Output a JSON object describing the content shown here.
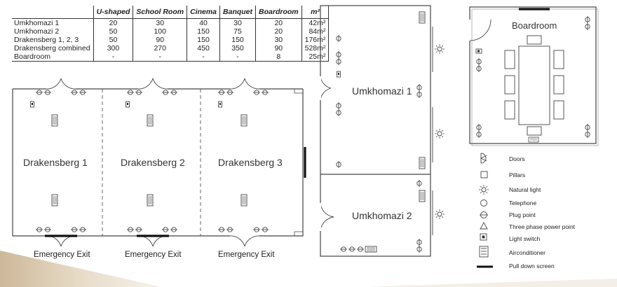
{
  "capacity_table": {
    "headers": [
      "",
      "U-shaped",
      "School Room",
      "Cinema",
      "Banquet",
      "Boardroom",
      "m²"
    ],
    "rows": [
      [
        "Umkhomazi 1",
        "20",
        "30",
        "40",
        "30",
        "20",
        "42m²"
      ],
      [
        "Umkhomazi 2",
        "50",
        "100",
        "150",
        "75",
        "20",
        "84m²"
      ],
      [
        "Drakensberg 1, 2, 3",
        "50",
        "90",
        "150",
        "150",
        "30",
        "176m²"
      ],
      [
        "Drakensberg combined",
        "300",
        "270",
        "450",
        "350",
        "90",
        "528m²"
      ],
      [
        "Boardroom",
        "-",
        "-",
        "-",
        "-",
        "8",
        "25m²"
      ]
    ]
  },
  "rooms": {
    "drakensberg_1": "Drakensberg 1",
    "drakensberg_2": "Drakensberg 2",
    "drakensberg_3": "Drakensberg 3",
    "umkhomazi_1": "Umkhomazi 1",
    "umkhomazi_2": "Umkhomazi 2",
    "boardroom": "Boardroom"
  },
  "exits": {
    "exit_1": "Emergency Exit",
    "exit_2": "Emergency Exit",
    "exit_3": "Emergency Exit"
  },
  "legend": {
    "items": [
      {
        "icon": "door-icon",
        "label": "Doors"
      },
      {
        "icon": "pillar-icon",
        "label": "Pillars"
      },
      {
        "icon": "natural-light-icon",
        "label": "Natural light"
      },
      {
        "icon": "telephone-icon",
        "label": "Telephone"
      },
      {
        "icon": "plug-point-icon",
        "label": "Plug point"
      },
      {
        "icon": "three-phase-power-icon",
        "label": "Three phase power point"
      },
      {
        "icon": "light-switch-icon",
        "label": "Light switch"
      },
      {
        "icon": "airconditioner-icon",
        "label": "Airconditioner"
      },
      {
        "icon": "pull-down-screen-icon",
        "label": "Pull down screen"
      }
    ]
  },
  "colors": {
    "line": "#444444",
    "screen": "#111111",
    "wedge": "#d9c9ae"
  }
}
